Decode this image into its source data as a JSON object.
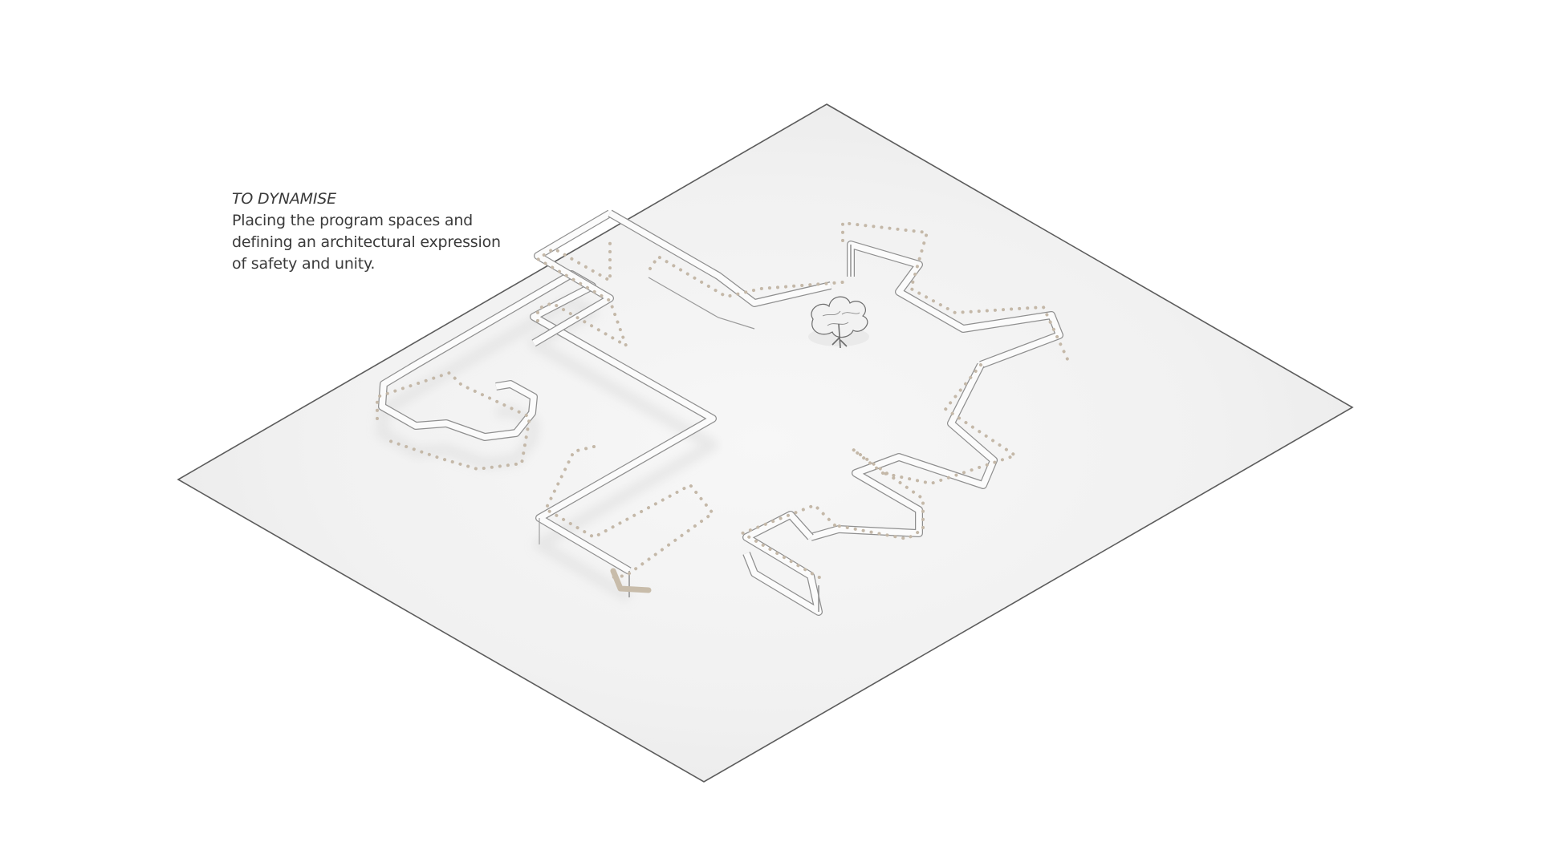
{
  "caption": {
    "title": "TO DYNAMISE",
    "lines": [
      "Placing the program spaces and",
      "defining an architectural expression",
      "of safety and unity."
    ]
  },
  "colors": {
    "background": "#ffffff",
    "plane_fill": "#f4f4f4",
    "plane_edge": "#5c5c5c",
    "wall_fill": "#fbfbfb",
    "wall_edge": "#8d8d8d",
    "dotted_path": "#c4b8a8",
    "entrance_marker": "#c8bcaa",
    "text": "#3a3a3a"
  },
  "icons": {
    "tree": "tree-icon",
    "entrance": "entrance-marker-icon"
  }
}
